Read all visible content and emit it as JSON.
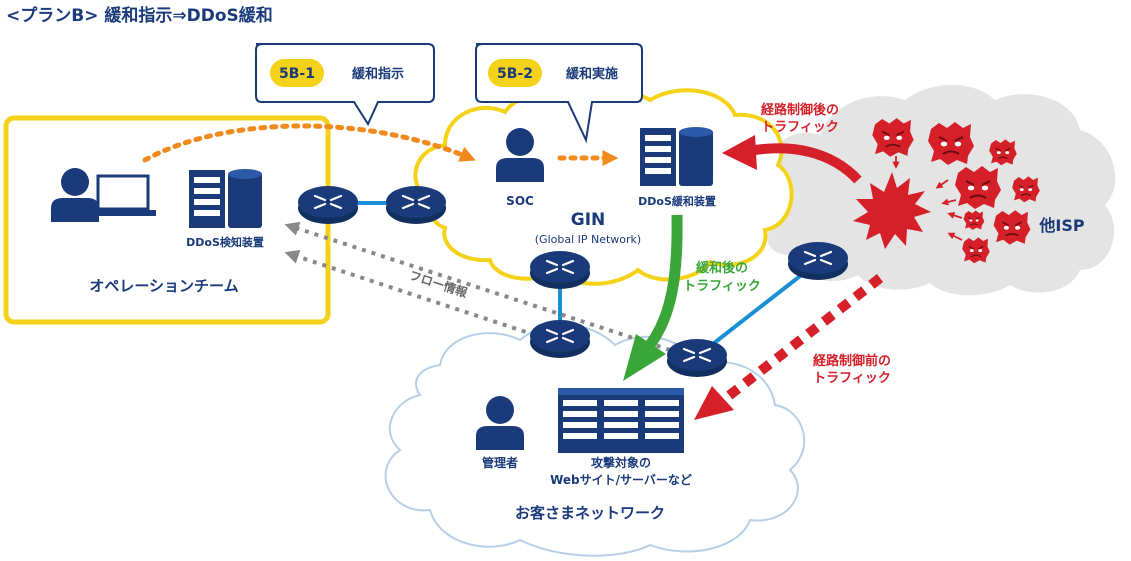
{
  "title": "<プランB> 緩和指示⇒DDoS緩和",
  "callouts": [
    {
      "badge": "5B-1",
      "label": "緩和指示"
    },
    {
      "badge": "5B-2",
      "label": "緩和実施"
    }
  ],
  "operation_team": {
    "label": "オペレーションチーム",
    "detector_label": "DDoS検知装置"
  },
  "gin": {
    "title": "GIN",
    "subtitle": "(Global IP Network)",
    "soc_label": "SOC",
    "mitigator_label": "DDoS緩和装置"
  },
  "other_isp": {
    "label": "他ISP"
  },
  "customer": {
    "label": "お客さまネットワーク",
    "admin_label": "管理者",
    "servers_label_line1": "攻撃対象の",
    "servers_label_line2": "Webサイト/サーバーなど"
  },
  "flows": {
    "flow_info": "フロー情報",
    "rerouted_traffic_line1": "経路制御後の",
    "rerouted_traffic_line2": "トラフィック",
    "mitigated_traffic_line1": "緩和後の",
    "mitigated_traffic_line2": "トラフィック",
    "pre_control_traffic_line1": "経路制御前の",
    "pre_control_traffic_line2": "トラフィック"
  },
  "colors": {
    "navy": "#1a3a7a",
    "yellow": "#f5d21a",
    "orange": "#f08a1c",
    "red": "#d5202a",
    "green": "#3aa63a",
    "link_blue": "#1a8fd6",
    "gray_dots": "#888888",
    "customer_cloud_border": "#b8cfe8",
    "isp_cloud_fill": "#e4e4e4"
  }
}
